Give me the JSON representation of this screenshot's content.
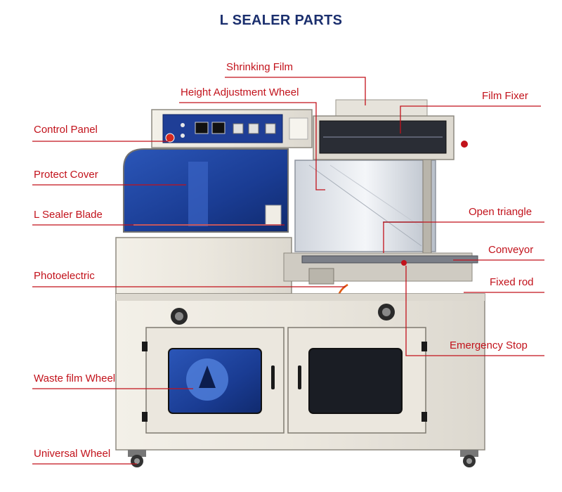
{
  "title": "L SEALER PARTS",
  "colors": {
    "title": "#1b2f6e",
    "label": "#c2121b",
    "leader": "#c2121b",
    "machine_body": "#ece8df",
    "window": "#1d3f9a"
  },
  "left_labels": [
    "Control Panel",
    "Protect Cover",
    "L Sealer Blade",
    "Photoelectric",
    "Waste film Wheel",
    "Universal Wheel"
  ],
  "top_labels": [
    "Shrinking Film",
    "Height Adjustment Wheel"
  ],
  "right_labels": [
    "Film Fixer",
    "Open triangle",
    "Conveyor",
    "Fixed rod",
    "Emergency Stop"
  ]
}
